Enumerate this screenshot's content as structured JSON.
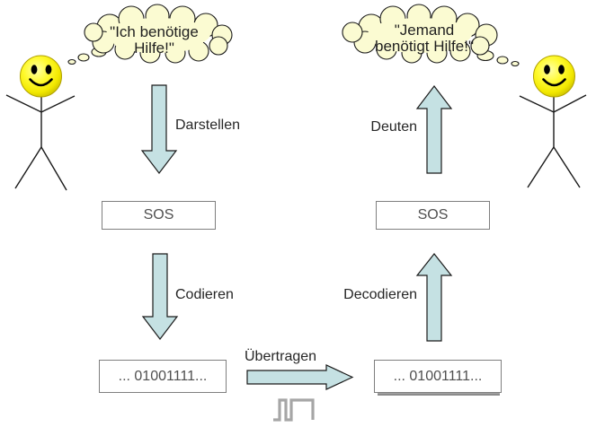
{
  "colors": {
    "arrow_fill": "#C5E1E3",
    "cloud_fill": "#FBFBD2",
    "box_border": "#7F7F7F",
    "box_text": "#4F4F4F",
    "label_text": "#262626",
    "bubble_text": "#1F1F1F",
    "pulse_gray": "#A6A6A6",
    "shadow_gray": "#8C8C8C",
    "smiley_yellow": "#FFF000"
  },
  "left_person": {
    "thought": {
      "line1": "\"Ich benötige",
      "line2": "Hilfe!\""
    }
  },
  "right_person": {
    "thought": {
      "line1": "\"Jemand",
      "line2": "benötigt Hilfe!\""
    }
  },
  "steps": {
    "darstellen": "Darstellen",
    "codieren": "Codieren",
    "uebertragen": "Übertragen",
    "decodieren": "Decodieren",
    "deuten": "Deuten"
  },
  "boxes": {
    "sos_left": "SOS",
    "sos_right": "SOS",
    "binary_left": "... 01001111...",
    "binary_right": "... 01001111..."
  }
}
